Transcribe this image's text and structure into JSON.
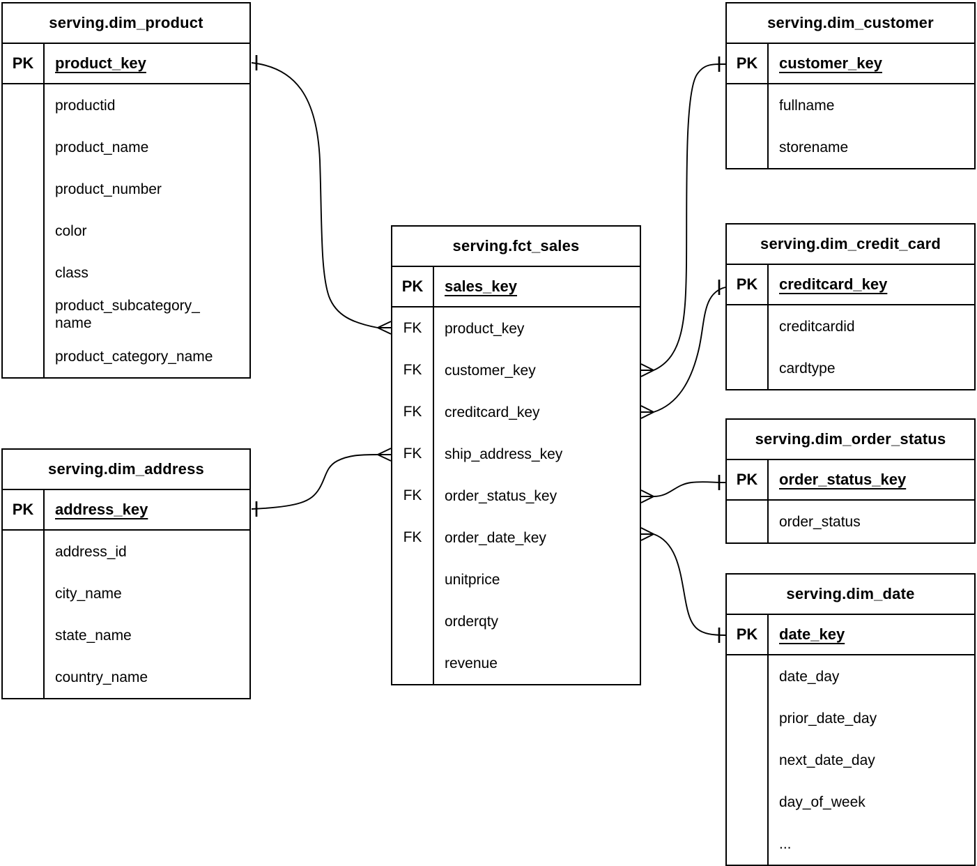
{
  "tables": {
    "dim_product": {
      "title": "serving.dim_product",
      "pk_label": "PK",
      "pk_field": "product_key",
      "fields": [
        "productid",
        "product_name",
        "product_number",
        "color",
        "class",
        "product_subcategory_\nname",
        "product_category_name"
      ]
    },
    "dim_customer": {
      "title": "serving.dim_customer",
      "pk_label": "PK",
      "pk_field": "customer_key",
      "fields": [
        "fullname",
        "storename"
      ]
    },
    "fct_sales": {
      "title": "serving.fct_sales",
      "pk_label": "PK",
      "pk_field": "sales_key",
      "fields": [
        {
          "tag": "FK",
          "name": "product_key"
        },
        {
          "tag": "FK",
          "name": "customer_key"
        },
        {
          "tag": "FK",
          "name": "creditcard_key"
        },
        {
          "tag": "FK",
          "name": "ship_address_key"
        },
        {
          "tag": "FK",
          "name": "order_status_key"
        },
        {
          "tag": "FK",
          "name": "order_date_key"
        },
        {
          "tag": "",
          "name": "unitprice"
        },
        {
          "tag": "",
          "name": "orderqty"
        },
        {
          "tag": "",
          "name": "revenue"
        }
      ]
    },
    "dim_credit_card": {
      "title": "serving.dim_credit_card",
      "pk_label": "PK",
      "pk_field": "creditcard_key",
      "fields": [
        "creditcardid",
        "cardtype"
      ]
    },
    "dim_order_status": {
      "title": "serving.dim_order_status",
      "pk_label": "PK",
      "pk_field": "order_status_key",
      "fields": [
        "order_status"
      ]
    },
    "dim_date": {
      "title": "serving.dim_date",
      "pk_label": "PK",
      "pk_field": "date_key",
      "fields": [
        "date_day",
        "prior_date_day",
        "next_date_day",
        "day_of_week",
        "..."
      ]
    },
    "dim_address": {
      "title": "serving.dim_address",
      "pk_label": "PK",
      "pk_field": "address_key",
      "fields": [
        "address_id",
        "city_name",
        "state_name",
        "country_name"
      ]
    }
  },
  "relationships": [
    {
      "from": "serving.dim_product.product_key",
      "to": "serving.fct_sales.product_key",
      "from_cardinality": "one",
      "to_cardinality": "many"
    },
    {
      "from": "serving.dim_address.address_key",
      "to": "serving.fct_sales.ship_address_key",
      "from_cardinality": "one",
      "to_cardinality": "many"
    },
    {
      "from": "serving.dim_customer.customer_key",
      "to": "serving.fct_sales.customer_key",
      "from_cardinality": "one",
      "to_cardinality": "many"
    },
    {
      "from": "serving.dim_credit_card.creditcard_key",
      "to": "serving.fct_sales.creditcard_key",
      "from_cardinality": "one",
      "to_cardinality": "many"
    },
    {
      "from": "serving.dim_order_status.order_status_key",
      "to": "serving.fct_sales.order_status_key",
      "from_cardinality": "one",
      "to_cardinality": "many"
    },
    {
      "from": "serving.dim_date.date_key",
      "to": "serving.fct_sales.order_date_key",
      "from_cardinality": "one",
      "to_cardinality": "many"
    }
  ],
  "colors": {
    "background": "#ffffff",
    "line": "#000000",
    "text": "#000000"
  }
}
